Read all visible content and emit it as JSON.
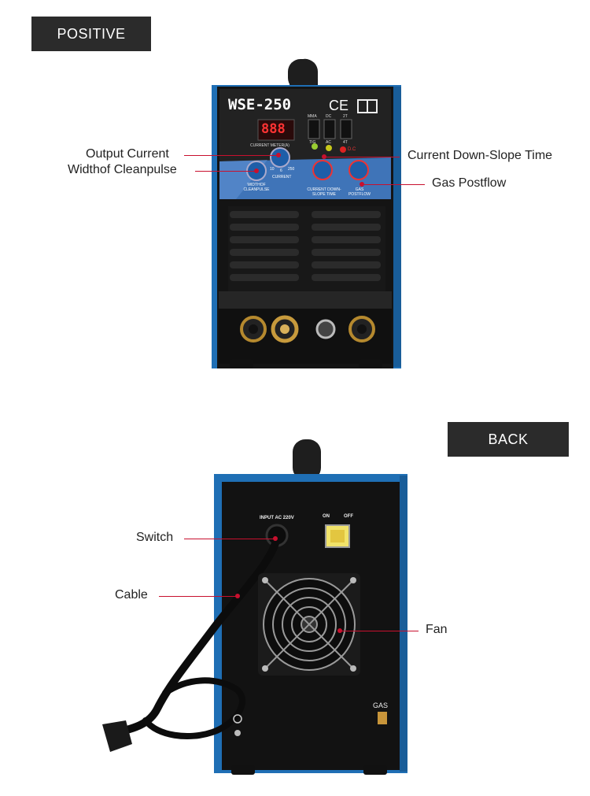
{
  "sections": {
    "front_title": "POSITIVE",
    "back_title": "BACK"
  },
  "front": {
    "model": "WSE-250",
    "ce_mark": "CE",
    "display": "888",
    "meter_label": "CURRENT METER(A)",
    "switch_labels": [
      "MMA",
      "DC",
      "2T",
      "TIG",
      "AC",
      "4T"
    ],
    "dc_label": "D.C",
    "knob_labels": [
      "WIDTHOF CLEANPULSE",
      "CURRENT",
      "CURRENT DOWN-SLOPE TIME",
      "GAS POSTFLOW"
    ],
    "scale_values": [
      "10",
      "6",
      "250"
    ],
    "callouts": {
      "output_current": "Output Current",
      "width_cleanpulse": "Widthof Cleanpulse",
      "down_slope": "Current Down-Slope Time",
      "gas_postflow": "Gas Postflow"
    }
  },
  "back": {
    "input_label": "INPUT AC 220V",
    "on_label": "ON",
    "off_label": "OFF",
    "gas_label": "GAS",
    "callouts": {
      "switch": "Switch",
      "cable": "Cable",
      "fan": "Fan"
    }
  },
  "colors": {
    "accent_line": "#c8102e",
    "tag_bg": "#2b2b2b",
    "case_blue": "#1f6fb5",
    "panel_black": "#141414"
  }
}
